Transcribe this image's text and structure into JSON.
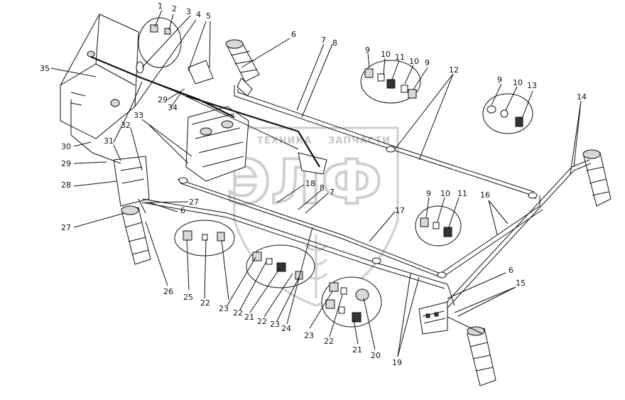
{
  "watermark": {
    "line1": "ТЕХНИКА",
    "line2": "ЗАПЧАСТИ",
    "emblem": "ЭЛФ"
  },
  "callouts": [
    {
      "id": "c1",
      "text": "1"
    },
    {
      "id": "c2",
      "text": "2"
    },
    {
      "id": "c3",
      "text": "3"
    },
    {
      "id": "c4",
      "text": "4"
    },
    {
      "id": "c5",
      "text": "5"
    },
    {
      "id": "c6a",
      "text": "6"
    },
    {
      "id": "c7a",
      "text": "7"
    },
    {
      "id": "c8a",
      "text": "8"
    },
    {
      "id": "c9a",
      "text": "9"
    },
    {
      "id": "c10a",
      "text": "10"
    },
    {
      "id": "c11a",
      "text": "11"
    },
    {
      "id": "c10b",
      "text": "10"
    },
    {
      "id": "c9b",
      "text": "9"
    },
    {
      "id": "c12",
      "text": "12"
    },
    {
      "id": "c9c",
      "text": "9"
    },
    {
      "id": "c10c",
      "text": "10"
    },
    {
      "id": "c13",
      "text": "13"
    },
    {
      "id": "c14",
      "text": "14"
    },
    {
      "id": "c35",
      "text": "35"
    },
    {
      "id": "c29a",
      "text": "29"
    },
    {
      "id": "c34",
      "text": "34"
    },
    {
      "id": "c33",
      "text": "33"
    },
    {
      "id": "c32",
      "text": "32"
    },
    {
      "id": "c30",
      "text": "30"
    },
    {
      "id": "c31",
      "text": "31"
    },
    {
      "id": "c29b",
      "text": "29"
    },
    {
      "id": "c28",
      "text": "28"
    },
    {
      "id": "c27a",
      "text": "27"
    },
    {
      "id": "c6b",
      "text": "6"
    },
    {
      "id": "c27b",
      "text": "27"
    },
    {
      "id": "c18",
      "text": "18"
    },
    {
      "id": "c8b",
      "text": "8"
    },
    {
      "id": "c7b",
      "text": "7"
    },
    {
      "id": "c17",
      "text": "17"
    },
    {
      "id": "c9d",
      "text": "9"
    },
    {
      "id": "c10d",
      "text": "10"
    },
    {
      "id": "c11b",
      "text": "11"
    },
    {
      "id": "c16",
      "text": "16"
    },
    {
      "id": "c26",
      "text": "26"
    },
    {
      "id": "c25",
      "text": "25"
    },
    {
      "id": "c22a",
      "text": "22"
    },
    {
      "id": "c23a",
      "text": "23"
    },
    {
      "id": "c22b",
      "text": "22"
    },
    {
      "id": "c21a",
      "text": "21"
    },
    {
      "id": "c22c",
      "text": "22"
    },
    {
      "id": "c23b",
      "text": "23"
    },
    {
      "id": "c24",
      "text": "24"
    },
    {
      "id": "c23c",
      "text": "23"
    },
    {
      "id": "c22d",
      "text": "22"
    },
    {
      "id": "c21b",
      "text": "21"
    },
    {
      "id": "c20",
      "text": "20"
    },
    {
      "id": "c19",
      "text": "19"
    },
    {
      "id": "c6c",
      "text": "6"
    },
    {
      "id": "c15",
      "text": "15"
    }
  ]
}
